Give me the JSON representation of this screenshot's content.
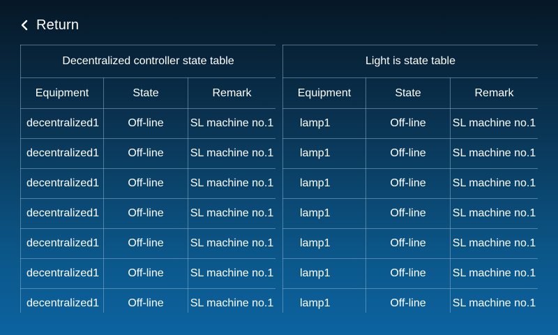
{
  "header": {
    "return_label": "Return"
  },
  "left_table": {
    "title": "Decentralized controller state table",
    "columns": [
      "Equipment",
      "State",
      "Remark"
    ],
    "rows": [
      [
        "decentralized1",
        "Off-line",
        "SL machine no.1"
      ],
      [
        "decentralized1",
        "Off-line",
        "SL machine no.1"
      ],
      [
        "decentralized1",
        "Off-line",
        "SL machine no.1"
      ],
      [
        "decentralized1",
        "Off-line",
        "SL machine no.1"
      ],
      [
        "decentralized1",
        "Off-line",
        "SL machine no.1"
      ],
      [
        "decentralized1",
        "Off-line",
        "SL machine no.1"
      ],
      [
        "decentralized1",
        "Off-line",
        "SL machine no.1"
      ]
    ]
  },
  "right_table": {
    "title": "Light is state table",
    "columns": [
      "Equipment",
      "State",
      "Remark"
    ],
    "rows": [
      [
        "lamp1",
        "Off-line",
        "SL machine no.1"
      ],
      [
        "lamp1",
        "Off-line",
        "SL machine no.1"
      ],
      [
        "lamp1",
        "Off-line",
        "SL machine no.1"
      ],
      [
        "lamp1",
        "Off-line",
        "SL machine no.1"
      ],
      [
        "lamp1",
        "Off-line",
        "SL machine no.1"
      ],
      [
        "lamp1",
        "Off-line",
        "SL machine no.1"
      ],
      [
        "lamp1",
        "Off-line",
        "SL machine no.1"
      ]
    ]
  },
  "colors": {
    "text": "#ffffff",
    "grid_line": "#8cafcd",
    "background_top": "#061726",
    "background_bottom": "#0c63a0"
  }
}
